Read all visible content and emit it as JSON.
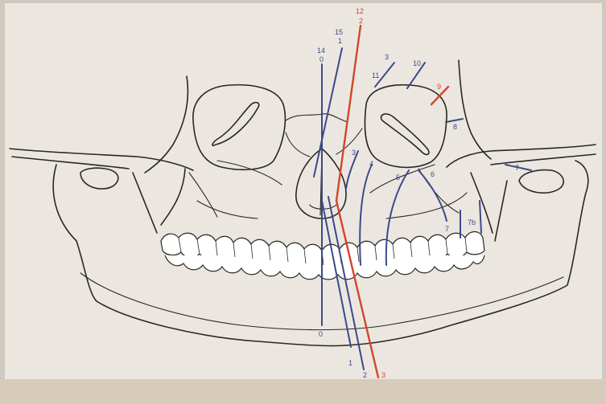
{
  "colors": {
    "background": "#cfc9bf",
    "paper": "#ebe7e0",
    "bone_outline": "#2a2622",
    "tooth_fill": "#ffffff",
    "reference_line_blue": "#3a4a8a",
    "reference_line_red": "#d2452a"
  },
  "labels": {
    "l14": "14",
    "l14_sub": "0",
    "l15": "15",
    "l15_sub": "1",
    "l12": "12",
    "l12_sub": "2",
    "l3a": "3",
    "l11": "11",
    "l10": "10",
    "l9": "9",
    "l8": "8",
    "l3b": "3",
    "l4": "4",
    "l5": "5",
    "l6": "6",
    "l7a": "7",
    "l7b": "7",
    "l7c": "7b",
    "l0": "0",
    "l1": "1",
    "l2": "2",
    "l3c": "3"
  }
}
